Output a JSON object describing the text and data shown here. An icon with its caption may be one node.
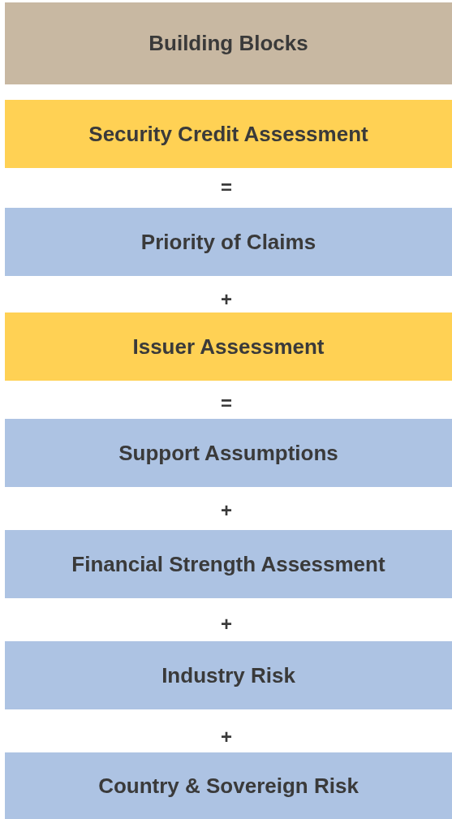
{
  "diagram": {
    "nodes": [
      {
        "text": [
          "Building Blocks"
        ]
      },
      {
        "text": [
          "Security Credit Assessment"
        ]
      },
      {
        "text": [
          "Priority of Claims"
        ]
      },
      {
        "text": [
          "Issuer Assessment"
        ]
      },
      {
        "text": [
          "Support Assumptions"
        ]
      },
      {
        "text": [
          "Financial Strength Assessment"
        ]
      },
      {
        "text": [
          "Industry Risk"
        ]
      },
      {
        "text": [
          "Country & Sovereign Risk"
        ]
      }
    ],
    "labels": [
      "=",
      "+",
      "=",
      "+",
      "+",
      "+"
    ]
  }
}
